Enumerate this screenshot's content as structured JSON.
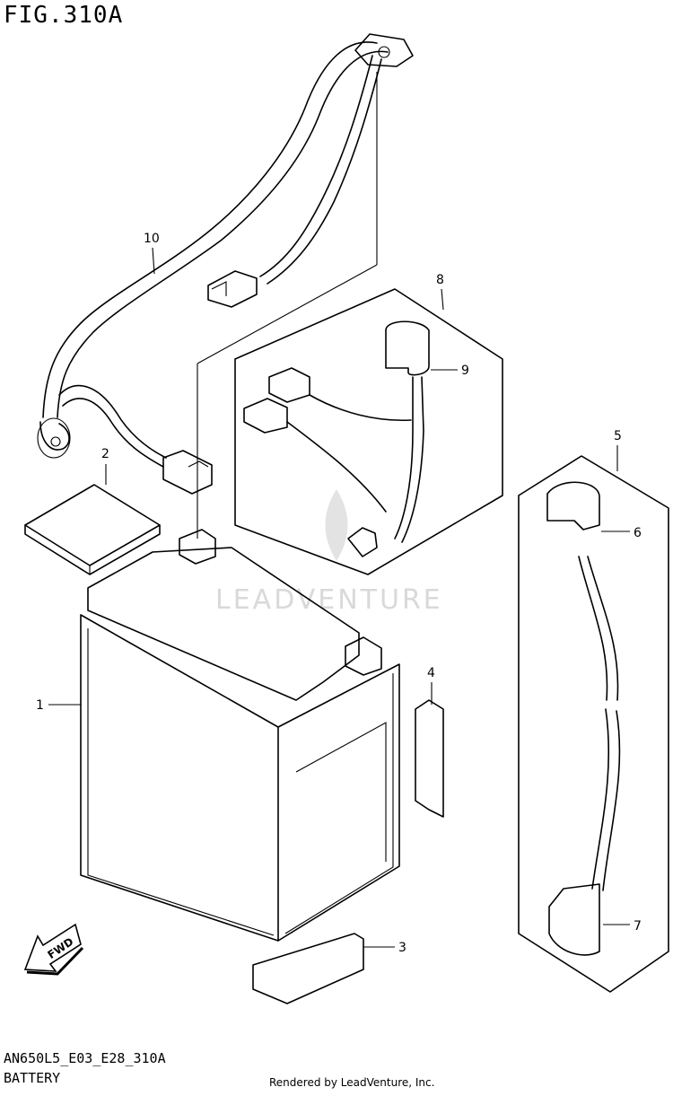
{
  "figure": {
    "title": "FIG.310A",
    "code": "AN650L5_E03_E28_310A",
    "caption": "BATTERY",
    "rendered_by": "Rendered by LeadVenture, Inc.",
    "watermark": "LEADVENTURE"
  },
  "direction_arrow": {
    "label": "FWD"
  },
  "callouts": [
    "1",
    "2",
    "3",
    "4",
    "5",
    "6",
    "7",
    "8",
    "9",
    "10"
  ]
}
